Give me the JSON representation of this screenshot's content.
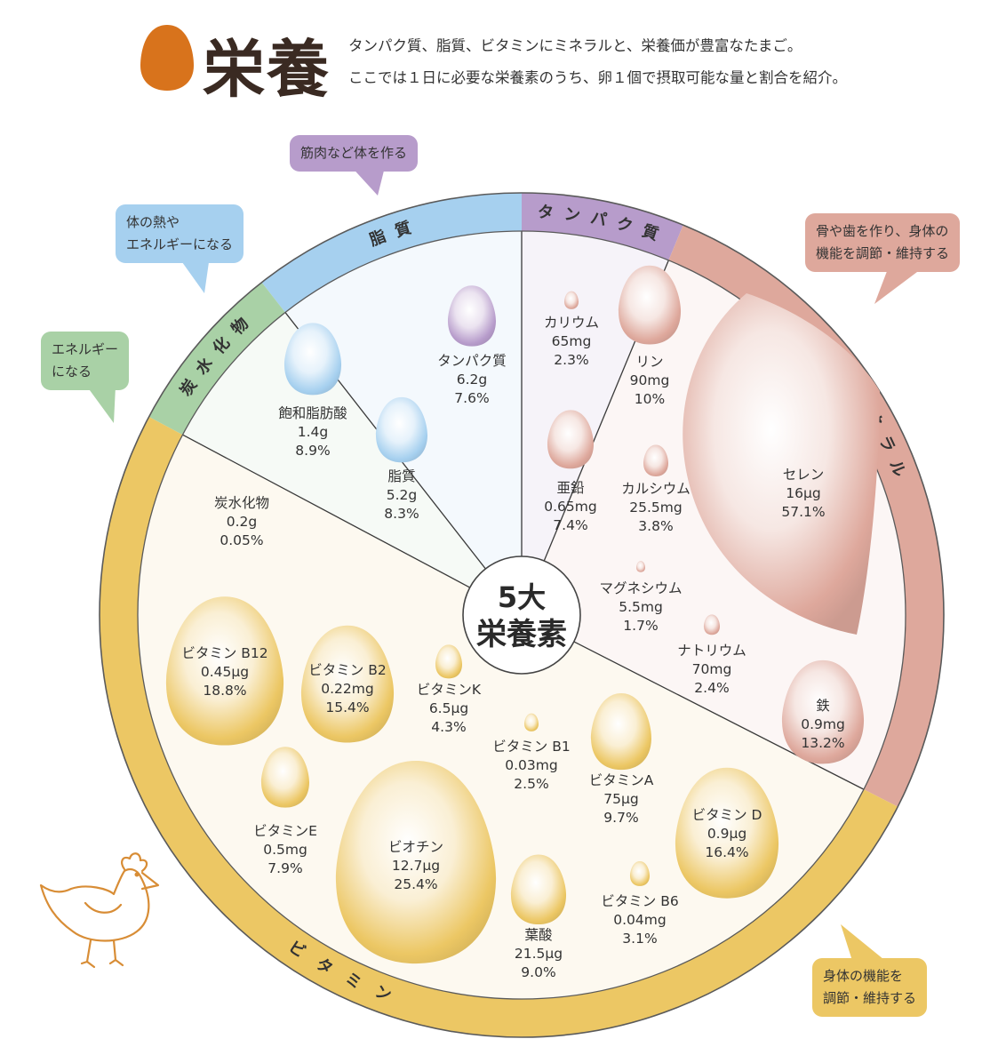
{
  "header": {
    "title": "栄養",
    "description_line1": "タンパク質、脂質、ビタミンにミネラルと、栄養価が豊富なたまご。",
    "description_line2": "ここでは１日に必要な栄養素のうち、卵１個で摂取可能な量と割合を紹介。"
  },
  "center_label": [
    "5大",
    "栄養素"
  ],
  "colors": {
    "protein": "#b79ccb",
    "fat": "#a6d0ef",
    "carbohydrate": "#a9d1a6",
    "mineral": "#dea89c",
    "vitamin": "#ecc764",
    "header_egg": "#d8731c",
    "chicken_outline": "#d88d36"
  },
  "categories": [
    {
      "key": "protein",
      "ring_label": "タンパク質",
      "callout": [
        "筋肉など体を作る"
      ],
      "nutrients": [
        {
          "name": "タンパク質",
          "amount": "6.2g",
          "percent": "7.6%"
        }
      ]
    },
    {
      "key": "fat",
      "ring_label": "脂質",
      "callout": [
        "体の熱や",
        "エネルギーになる"
      ],
      "nutrients": [
        {
          "name": "飽和脂肪酸",
          "amount": "1.4g",
          "percent": "8.9%"
        },
        {
          "name": "脂質",
          "amount": "5.2g",
          "percent": "8.3%"
        }
      ]
    },
    {
      "key": "carbohydrate",
      "ring_label": "炭水化物",
      "callout": [
        "エネルギー",
        "になる"
      ],
      "nutrients": [
        {
          "name": "炭水化物",
          "amount": "0.2g",
          "percent": "0.05%"
        }
      ]
    },
    {
      "key": "mineral",
      "ring_label": "ミネラル",
      "callout": [
        "骨や歯を作り、身体の",
        "機能を調節・維持する"
      ],
      "nutrients": [
        {
          "name": "カリウム",
          "amount": "65mg",
          "percent": "2.3%"
        },
        {
          "name": "リン",
          "amount": "90mg",
          "percent": "10%"
        },
        {
          "name": "亜鉛",
          "amount": "0.65mg",
          "percent": "7.4%"
        },
        {
          "name": "カルシウム",
          "amount": "25.5mg",
          "percent": "3.8%"
        },
        {
          "name": "マグネシウム",
          "amount": "5.5mg",
          "percent": "1.7%"
        },
        {
          "name": "ナトリウム",
          "amount": "70mg",
          "percent": "2.4%"
        },
        {
          "name": "セレン",
          "amount": "16μg",
          "percent": "57.1%"
        },
        {
          "name": "鉄",
          "amount": "0.9mg",
          "percent": "13.2%"
        }
      ]
    },
    {
      "key": "vitamin",
      "ring_label": "ビタミン",
      "callout": [
        "身体の機能を",
        "調節・維持する"
      ],
      "nutrients": [
        {
          "name": "ビタミン B12",
          "amount": "0.45μg",
          "percent": "18.8%"
        },
        {
          "name": "ビタミン B2",
          "amount": "0.22mg",
          "percent": "15.4%"
        },
        {
          "name": "ビタミンK",
          "amount": "6.5μg",
          "percent": "4.3%"
        },
        {
          "name": "ビタミン B1",
          "amount": "0.03mg",
          "percent": "2.5%"
        },
        {
          "name": "ビタミンA",
          "amount": "75μg",
          "percent": "9.7%"
        },
        {
          "name": "ビタミンE",
          "amount": "0.5mg",
          "percent": "7.9%"
        },
        {
          "name": "ビオチン",
          "amount": "12.7μg",
          "percent": "25.4%"
        },
        {
          "name": "葉酸",
          "amount": "21.5μg",
          "percent": "9.0%"
        },
        {
          "name": "ビタミン B6",
          "amount": "0.04mg",
          "percent": "3.1%"
        },
        {
          "name": "ビタミン D",
          "amount": "0.9μg",
          "percent": "16.4%"
        }
      ]
    }
  ]
}
